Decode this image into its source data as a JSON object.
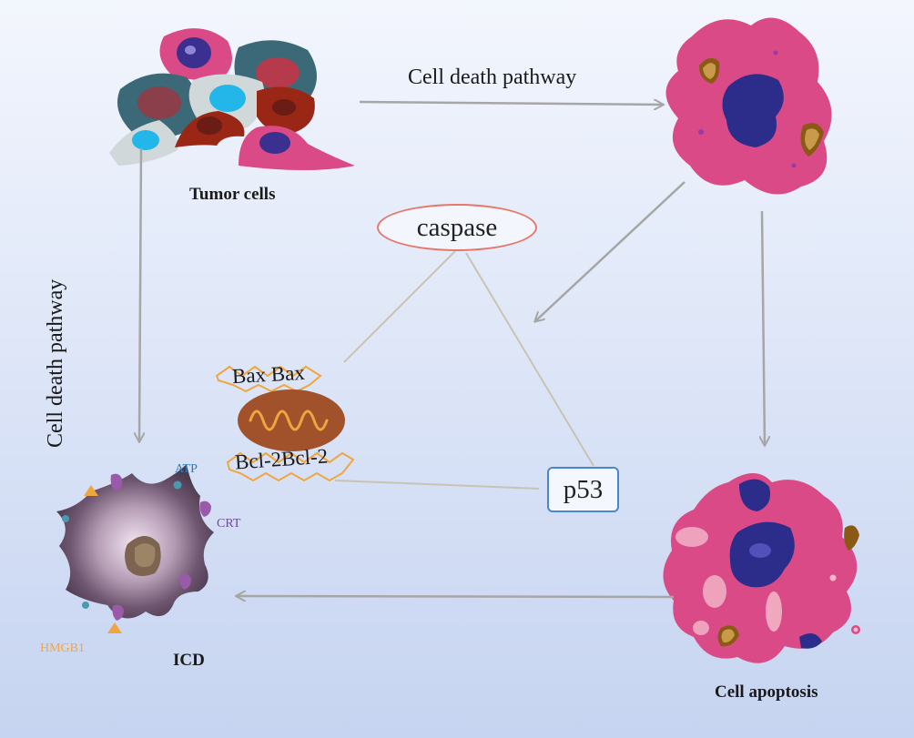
{
  "labels": {
    "tumor_cells": "Tumor cells",
    "pathway_top": "Cell death pathway",
    "pathway_left": "Cell death pathway",
    "caspase": "caspase",
    "bax": "Bax Bax",
    "bcl2": "Bcl-2Bcl-2",
    "p53": "p53",
    "atp": "ATP",
    "crt": "CRT",
    "hmgb1": "HMGB1",
    "icd": "ICD",
    "apoptosis": "Cell apoptosis"
  },
  "colors": {
    "arrow": "#a6a6a6",
    "connector": "#c9c3b4",
    "caspase_border": "#e6786b",
    "p53_border": "#4a86c9",
    "mitochondria": "#a2522a",
    "mito_cristae": "#f0a640",
    "bax_bcl_zigzag": "#f0a640",
    "atp_text": "#2e7ab7",
    "crt_text": "#6d4a9a",
    "hmgb1_text": "#f0a640",
    "pink_cell": "#d94a86",
    "nucleus_blue": "#2c2c8a",
    "icd_cell": "#4d3b52"
  }
}
